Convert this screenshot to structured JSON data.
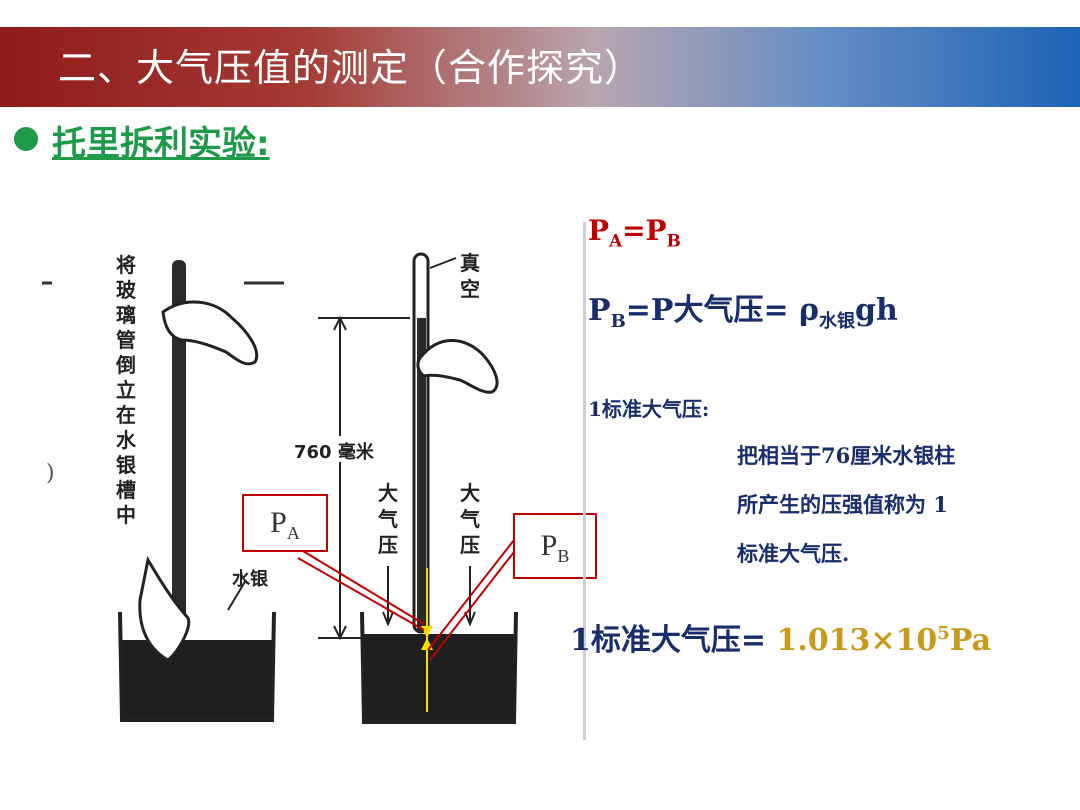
{
  "title": "二、大气压值的测定（合作探究）",
  "subtitle": "托里拆利实验:",
  "formulas": {
    "line1": {
      "p": "P",
      "a": "A",
      "eq": "=P",
      "b": "B"
    },
    "line2": {
      "p": "P",
      "b": "B",
      "mid": "=P大气压= ρ",
      "sub": "水银",
      "tail": "gh"
    }
  },
  "definition": {
    "heading": "1标准大气压:",
    "lines": [
      "把相当于76厘米水银柱",
      "所产生的压强值称为 1",
      "标准大气压."
    ]
  },
  "standard": {
    "label": "1标准大气压= ",
    "value": "1.013×10",
    "exp": "5",
    "unit": "Pa"
  },
  "diagram": {
    "left_caption": [
      "将",
      "玻",
      "璃",
      "管",
      "倒",
      "立",
      "在",
      "水",
      "银",
      "槽",
      "中"
    ],
    "mercury_label": "水银",
    "vacuum_label": [
      "真",
      "空"
    ],
    "height_label": "760 毫米",
    "atm_label_left": [
      "大",
      "气",
      "压"
    ],
    "atm_label_right": [
      "大",
      "气",
      "压"
    ],
    "box_a": {
      "p": "P",
      "sub": "A"
    },
    "box_b": {
      "p": "P",
      "sub": "B"
    }
  },
  "colors": {
    "accent_green": "#1e9a4a",
    "formula_red": "#c00000",
    "formula_navy": "#1a2d6b",
    "value_gold": "#c79a1a"
  }
}
